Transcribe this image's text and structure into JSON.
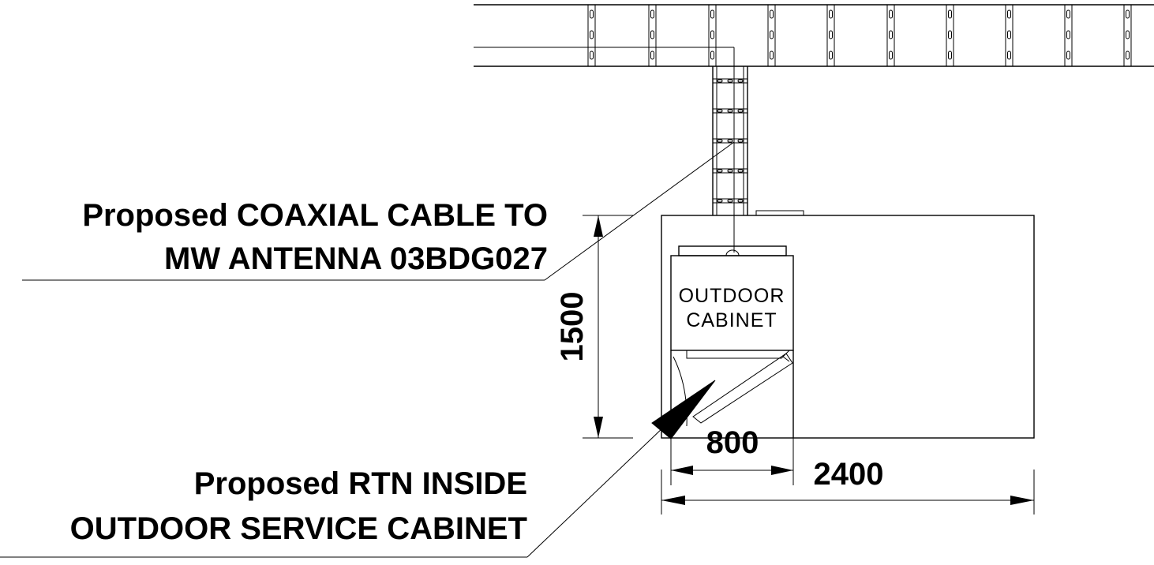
{
  "callouts": {
    "coaxial_line1": "Proposed COAXIAL CABLE TO",
    "coaxial_line2": "MW ANTENNA 03BDG027",
    "rtn_line1": "Proposed RTN INSIDE",
    "rtn_line2": "OUTDOOR SERVICE CABINET"
  },
  "cabinet": {
    "label_line1": "OUTDOOR",
    "label_line2": "CABINET"
  },
  "dimensions": {
    "height": "1500",
    "cabinet_width": "800",
    "pad_width": "2400"
  }
}
